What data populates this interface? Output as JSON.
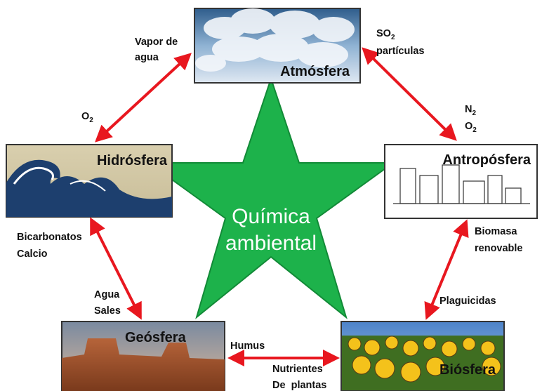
{
  "center": {
    "line1": "Química",
    "line2": "ambiental"
  },
  "nodes": {
    "atmosfera": "Atmósfera",
    "hidrosfera": "Hidrósfera",
    "antroposfera": "Antropósfera",
    "geosfera": "Geósfera",
    "biosfera": "Biósfera"
  },
  "edges": {
    "atm_hid": {
      "label1": "Vapor de",
      "label2": "agua",
      "label3": "O",
      "label3_sub": "2"
    },
    "atm_ant": {
      "label1": "SO",
      "label1_sub": "2",
      "label2": "partículas",
      "label3": "N",
      "label3_sub": "2",
      "label4": "O",
      "label4_sub": "2"
    },
    "hid_geo": {
      "label1": "Bicarbonatos",
      "label2": "Calcio",
      "label3": "Agua",
      "label4": "Sales"
    },
    "ant_bio": {
      "label1": "Biomasa",
      "label2": "renovable",
      "label3": "Plaguicidas"
    },
    "geo_bio": {
      "label1": "Humus",
      "label2": "Nutrientes",
      "label3": "De  plantas"
    }
  },
  "colors": {
    "star": "#1db24b",
    "star_stroke": "#128a37",
    "arrow": "#e8171f"
  }
}
